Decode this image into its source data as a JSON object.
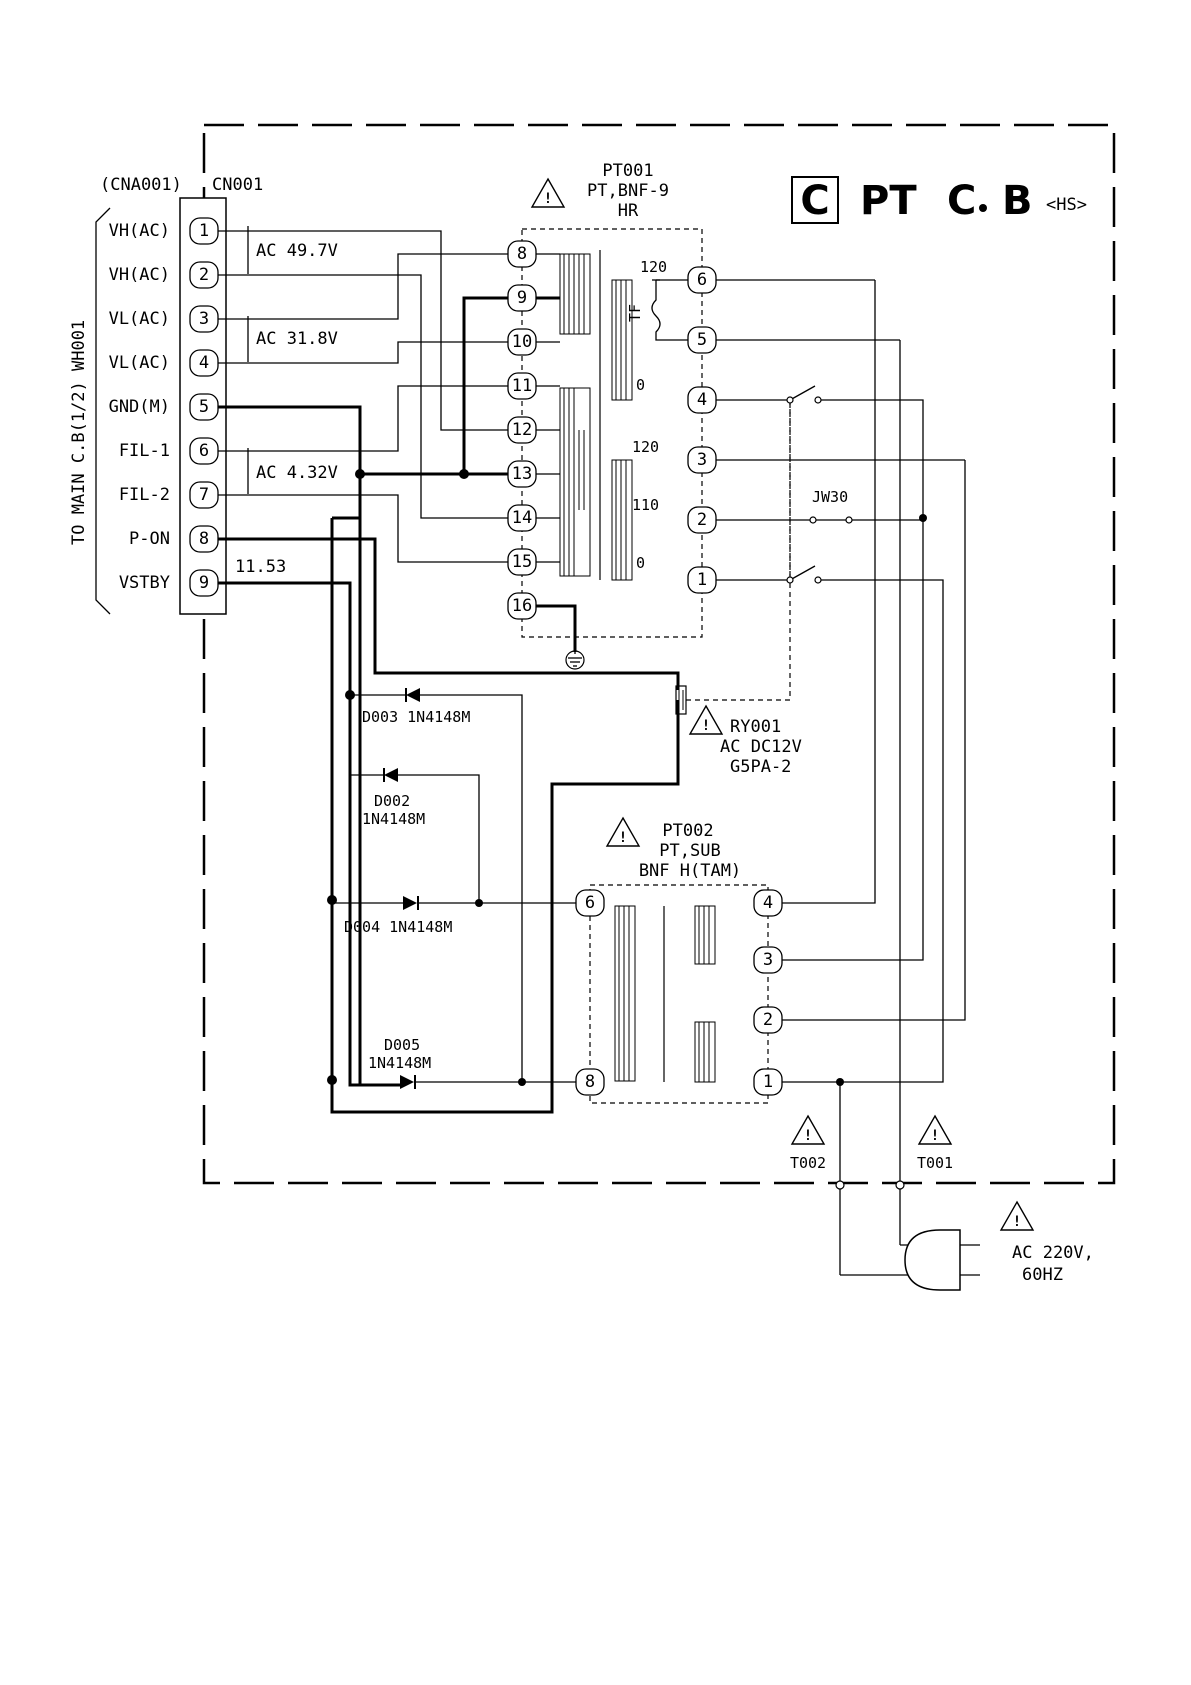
{
  "board": {
    "letter": "C",
    "title_part1": "PT",
    "title_part2": "C",
    "title_part3": "B",
    "suffix": "<HS>"
  },
  "connector": {
    "mate_name": "(CNA001)",
    "name": "CN001",
    "side_label": "TO MAIN C.B(1/2) WH001",
    "pins": [
      {
        "num": "1",
        "label": "VH(AC)"
      },
      {
        "num": "2",
        "label": "VH(AC)"
      },
      {
        "num": "3",
        "label": "VL(AC)"
      },
      {
        "num": "4",
        "label": "VL(AC)"
      },
      {
        "num": "5",
        "label": "GND(M)"
      },
      {
        "num": "6",
        "label": "FIL-1"
      },
      {
        "num": "7",
        "label": "FIL-2"
      },
      {
        "num": "8",
        "label": "P-ON"
      },
      {
        "num": "9",
        "label": "VSTBY"
      }
    ],
    "voltages": {
      "vh": "AC 49.7V",
      "vl": "AC 31.8V",
      "fil": "AC 4.32V",
      "vstby": "11.53"
    }
  },
  "pt001": {
    "ref": "PT001",
    "type": "PT,BNF-9",
    "suffix": "HR",
    "secondary_pins": [
      "8",
      "9",
      "10",
      "11",
      "12",
      "13",
      "14",
      "15",
      "16"
    ],
    "primary_pins": [
      "6",
      "5",
      "4",
      "3",
      "2",
      "1"
    ],
    "taps": {
      "t120a": "120",
      "t0a": "0",
      "t120b": "120",
      "t110": "110",
      "t0b": "0"
    },
    "fuse_label": "TF"
  },
  "relay": {
    "ref": "RY001",
    "spec": "AC DC12V",
    "model": "G5PA-2"
  },
  "jumper": "JW30",
  "diodes": {
    "d003": "D003 1N4148M",
    "d002_ref": "D002",
    "d002_part": "1N4148M",
    "d004": "D004 1N4148M",
    "d005_ref": "D005",
    "d005_part": "1N4148M"
  },
  "pt002": {
    "ref": "PT002",
    "type": "PT,SUB",
    "model": "BNF H(TAM)",
    "left_pins": [
      "6",
      "8"
    ],
    "right_pins": [
      "4",
      "3",
      "2",
      "1"
    ]
  },
  "fuses": {
    "t002": "T002",
    "t001": "T001"
  },
  "mains": {
    "voltage": "AC 220V,",
    "freq": "60HZ"
  },
  "warning_symbol": "!"
}
